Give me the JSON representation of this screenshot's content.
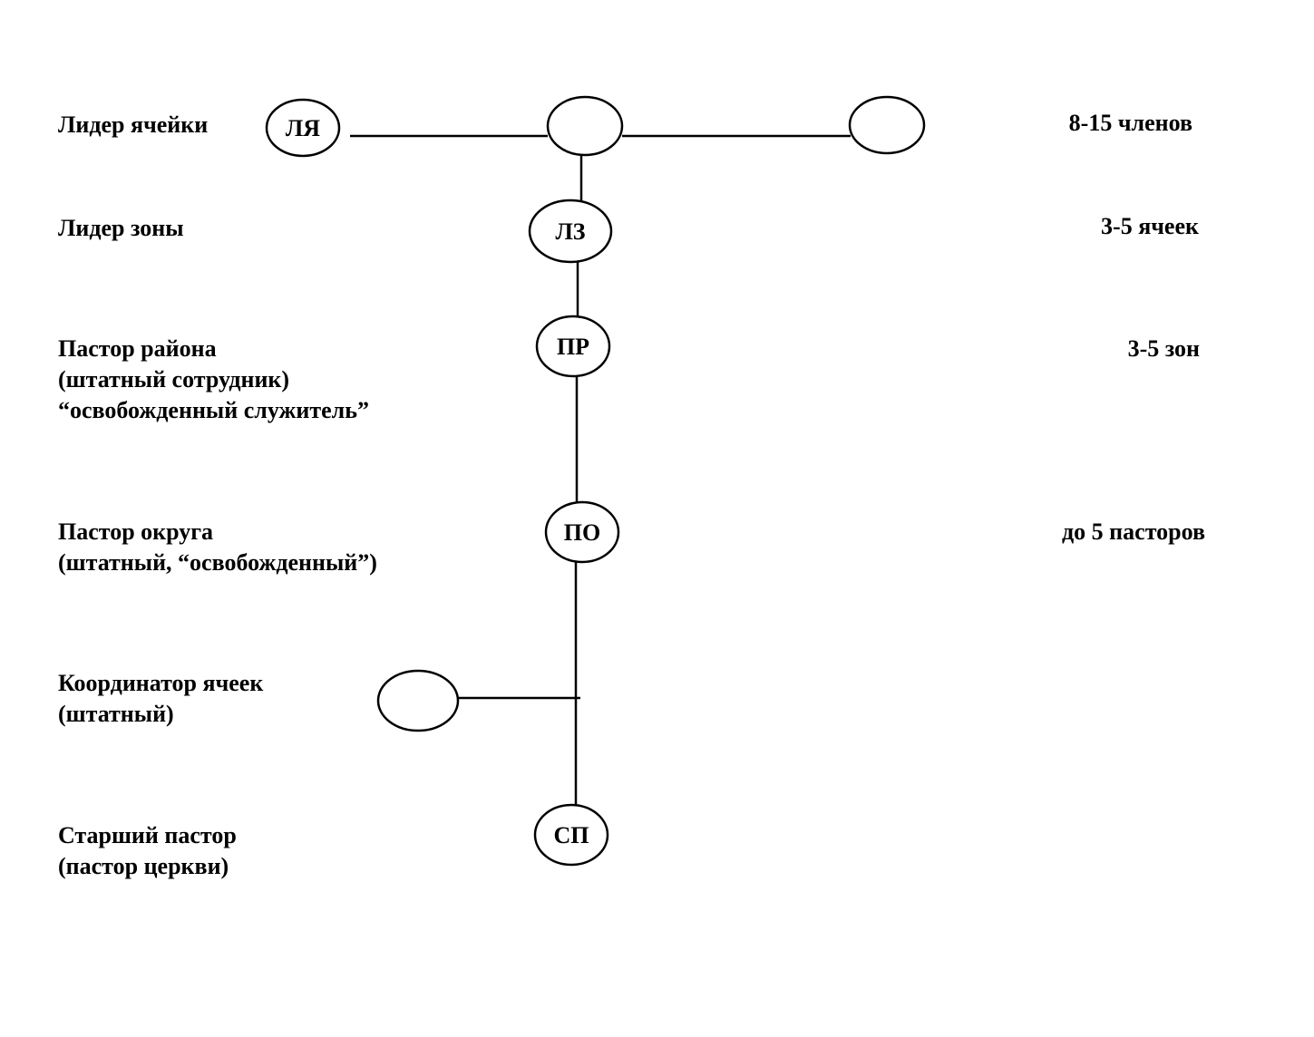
{
  "levels": [
    {
      "lines": [
        "Лидер ячейки"
      ],
      "count": "8-15 членов"
    },
    {
      "lines": [
        "Лидер зоны"
      ],
      "count": "3-5 ячеек"
    },
    {
      "lines": [
        "Пастор района",
        "(штатный сотрудник)",
        "“освобожденный служитель”"
      ],
      "count": "3-5 зон"
    },
    {
      "lines": [
        "Пастор округа",
        "(штатный, “освобожденный”)"
      ],
      "count": "до 5 пасторов"
    },
    {
      "lines": [
        "Координатор ячеек",
        "(штатный)"
      ],
      "count": ""
    },
    {
      "lines": [
        "Старший пастор",
        "(пастор церкви)"
      ],
      "count": ""
    }
  ],
  "nodes": {
    "cell_leader": "ЛЯ",
    "zone_leader": "ЛЗ",
    "district_pastor": "ПР",
    "region_pastor": "ПО",
    "senior_pastor": "СП"
  }
}
